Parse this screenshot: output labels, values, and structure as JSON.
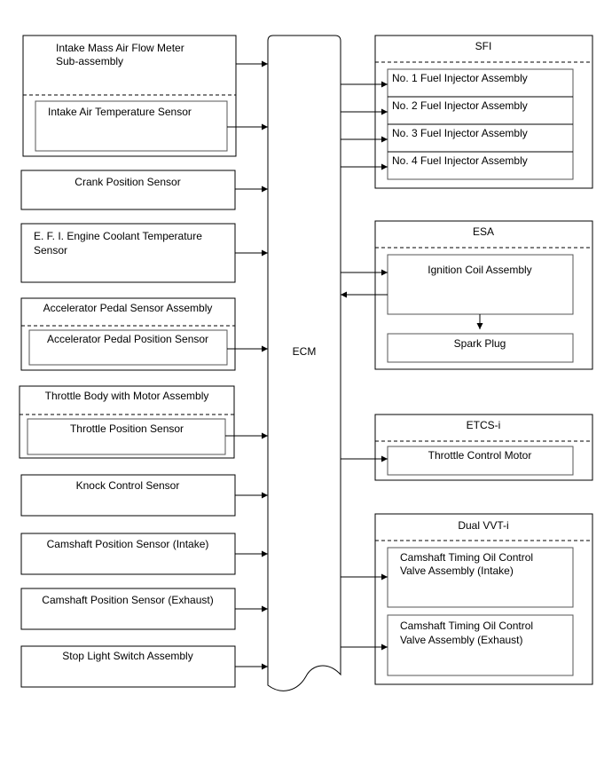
{
  "ecm_label": "ECM",
  "inputs": {
    "maf": {
      "title_1": "Intake Mass Air Flow Meter",
      "title_2": "Sub-assembly",
      "sub": "Intake Air Temperature Sensor"
    },
    "crank": "Crank Position Sensor",
    "ect": {
      "line_1": "E. F. I. Engine Coolant Temperature",
      "line_2": "Sensor"
    },
    "accel": {
      "title": "Accelerator Pedal Sensor Assembly",
      "sub": "Accelerator Pedal Position Sensor"
    },
    "throttle": {
      "title": "Throttle Body with Motor Assembly",
      "sub": "Throttle Position Sensor"
    },
    "knock": "Knock Control Sensor",
    "cam_intake": "Camshaft Position Sensor (Intake)",
    "cam_exhaust": "Camshaft Position Sensor (Exhaust)",
    "stop_light": "Stop Light Switch Assembly"
  },
  "outputs": {
    "sfi": {
      "title": "SFI",
      "items": [
        "No. 1 Fuel Injector Assembly",
        "No. 2 Fuel Injector Assembly",
        "No. 3 Fuel Injector Assembly",
        "No. 4 Fuel Injector Assembly"
      ]
    },
    "esa": {
      "title": "ESA",
      "coil": "Ignition Coil Assembly",
      "plug": "Spark Plug"
    },
    "etcs": {
      "title": "ETCS-i",
      "motor": "Throttle Control Motor"
    },
    "vvt": {
      "title": "Dual VVT-i",
      "intake_1": "Camshaft Timing Oil Control",
      "intake_2": "Valve Assembly (Intake)",
      "exhaust_1": "Camshaft Timing Oil Control",
      "exhaust_2": "Valve Assembly (Exhaust)"
    }
  }
}
